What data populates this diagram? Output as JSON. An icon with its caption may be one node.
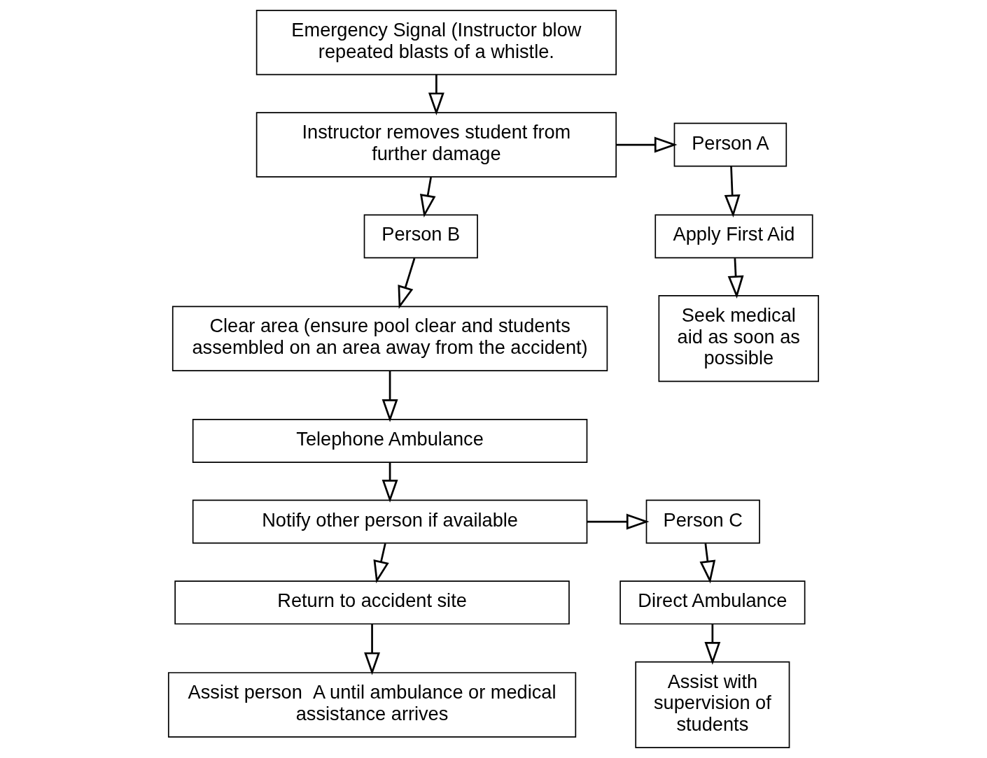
{
  "diagram": {
    "nodes": [
      {
        "text": [
          "Emergency Signal (Instructor blow repeated blasts of a whistle."
        ]
      },
      {
        "text": [
          "Instructor removes student from further damage"
        ]
      },
      {
        "text": [
          "Person A"
        ]
      },
      {
        "text": [
          "Apply First Aid"
        ]
      },
      {
        "text": [
          "Seek medical aid as soon as possible"
        ]
      },
      {
        "text": [
          "Person B"
        ]
      },
      {
        "text": [
          "Clear area (ensure pool clear and students assembled on an area away from the accident)"
        ]
      },
      {
        "text": [
          "Telephone Ambulance"
        ]
      },
      {
        "text": [
          "Notify other person if available"
        ]
      },
      {
        "text": [
          "Person C"
        ]
      },
      {
        "text": [
          "Direct Ambulance"
        ]
      },
      {
        "text": [
          "Assist with supervision of students"
        ]
      },
      {
        "text": [
          "Return to accident site"
        ]
      },
      {
        "text": [
          "Assist person  A until ambulance or medical assistance arrives"
        ]
      }
    ],
    "edges": [
      {
        "from": 0,
        "to": 1,
        "arrow": "to"
      },
      {
        "from": 1,
        "to": 2,
        "arrow": "to"
      },
      {
        "from": 2,
        "to": 3,
        "arrow": "to"
      },
      {
        "from": 3,
        "to": 4,
        "arrow": "to"
      },
      {
        "from": 1,
        "to": 5,
        "arrow": "to"
      },
      {
        "from": 5,
        "to": 6,
        "arrow": "to"
      },
      {
        "from": 6,
        "to": 7,
        "arrow": "to"
      },
      {
        "from": 7,
        "to": 8,
        "arrow": "to"
      },
      {
        "from": 8,
        "to": 9,
        "arrow": "to"
      },
      {
        "from": 9,
        "to": 10,
        "arrow": "to"
      },
      {
        "from": 10,
        "to": 11,
        "arrow": "to"
      },
      {
        "from": 8,
        "to": 12,
        "arrow": "to"
      },
      {
        "from": 12,
        "to": 13,
        "arrow": "to"
      }
    ]
  }
}
